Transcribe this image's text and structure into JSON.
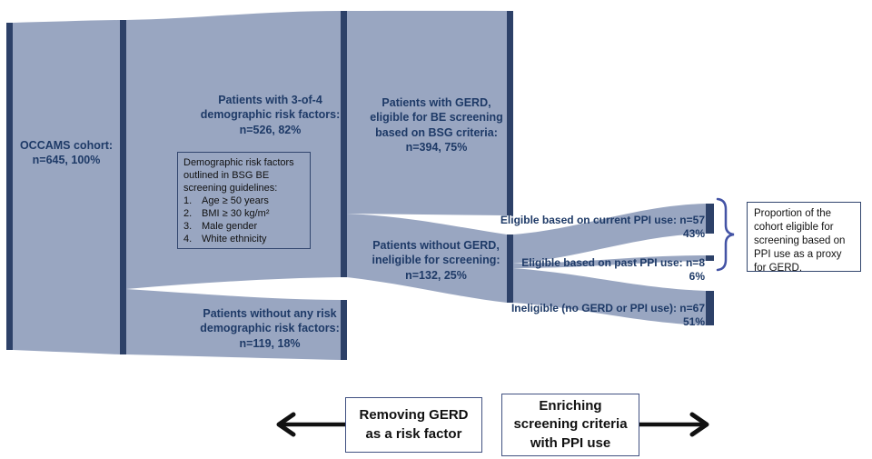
{
  "chart_data": {
    "type": "sankey",
    "title": "",
    "nodes": [
      {
        "id": "cohort",
        "label": "OCCAMS cohort",
        "n": 645,
        "pct": "100%"
      },
      {
        "id": "risk_3of4",
        "label": "Patients with 3-of-4 demographic risk factors",
        "n": 526,
        "pct": "82%"
      },
      {
        "id": "no_risk",
        "label": "Patients without any risk demographic risk factors",
        "n": 119,
        "pct": "18%"
      },
      {
        "id": "gerd_eligible",
        "label": "Patients with GERD, eligible for BE screening based on BSG criteria",
        "n": 394,
        "pct": "75%"
      },
      {
        "id": "no_gerd",
        "label": "Patients without GERD, ineligible for screening",
        "n": 132,
        "pct": "25%"
      },
      {
        "id": "current_ppi",
        "label": "Eligible based on current PPI use",
        "n": 57,
        "pct": "43%"
      },
      {
        "id": "past_ppi",
        "label": "Eligible based on past PPI use",
        "n": 8,
        "pct": "6%"
      },
      {
        "id": "ineligible",
        "label": "Ineligible (no GERD or PPI use)",
        "n": 67,
        "pct": "51%"
      }
    ],
    "links": [
      {
        "source": "cohort",
        "target": "risk_3of4",
        "value": 526
      },
      {
        "source": "cohort",
        "target": "no_risk",
        "value": 119
      },
      {
        "source": "risk_3of4",
        "target": "gerd_eligible",
        "value": 394
      },
      {
        "source": "risk_3of4",
        "target": "no_gerd",
        "value": 132
      },
      {
        "source": "no_gerd",
        "target": "current_ppi",
        "value": 57
      },
      {
        "source": "no_gerd",
        "target": "past_ppi",
        "value": 8
      },
      {
        "source": "no_gerd",
        "target": "ineligible",
        "value": 67
      }
    ],
    "legend_position": "none",
    "grid": false
  },
  "labels": {
    "cohort": "OCCAMS cohort:\nn=645, 100%",
    "risk_3of4": "Patients with 3-of-4\ndemographic risk factors:\nn=526, 82%",
    "gerd_eligible": "Patients with GERD,\neligible for BE screening\nbased on BSG criteria:\nn=394, 75%",
    "no_gerd": "Patients without GERD,\nineligible for screening:\nn=132, 25%",
    "no_risk": "Patients without any risk\ndemographic risk factors:\nn=119, 18%",
    "current_ppi": "Eligible based on current PPI use: n=57",
    "current_ppi_pct": "43%",
    "past_ppi": "Eligible based on past PPI use: n=8",
    "past_ppi_pct": "6%",
    "ineligible": "Ineligible (no GERD or PPI use): n=67",
    "ineligible_pct": "51%"
  },
  "risk_factor_box": {
    "intro": "Demographic risk factors\noutlined in BSG BE\nscreening guidelines:",
    "items": [
      {
        "num": "1.",
        "text": "Age ≥ 50 years"
      },
      {
        "num": "2.",
        "text": "BMI ≥ 30 kg/m²"
      },
      {
        "num": "3.",
        "text": "Male gender"
      },
      {
        "num": "4.",
        "text": "White ethnicity"
      }
    ]
  },
  "annotations": {
    "proportion_note": "Proportion of the cohort eligible for screening based on PPI use as a proxy for GERD.",
    "removing_gerd": "Removing GERD\nas a risk factor",
    "enriching_ppi": "Enriching\nscreening criteria\nwith PPI use"
  },
  "colors": {
    "flow": "#99a6c1",
    "node": "#2d4168",
    "label_text": "#1e3a67",
    "brace": "#4353a5",
    "arrow": "#111111"
  }
}
